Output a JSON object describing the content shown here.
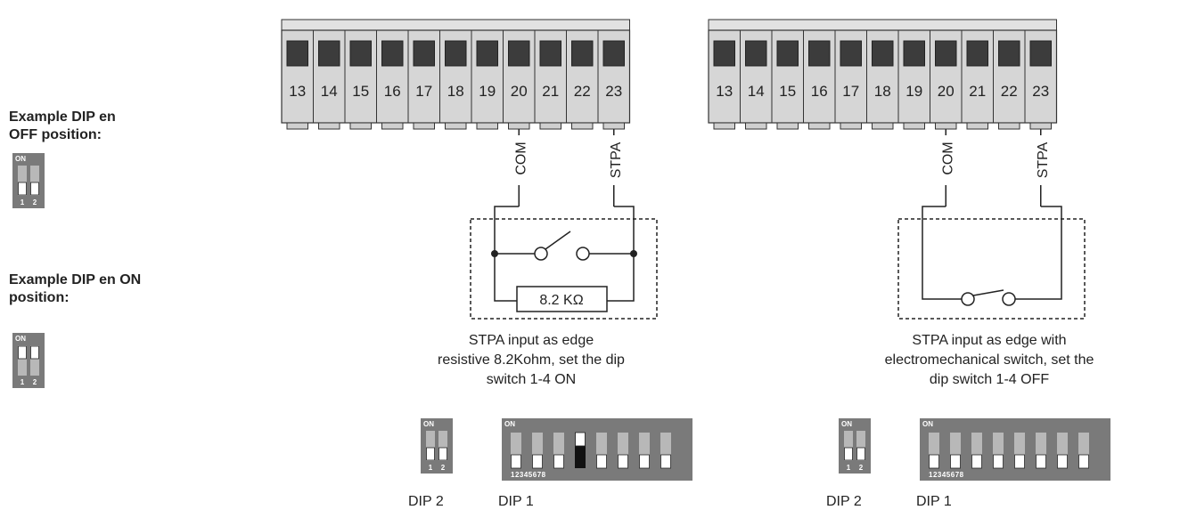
{
  "side": {
    "off_caption_l1": "Example DIP en",
    "off_caption_l2": "OFF position:",
    "on_caption_l1": "Example DIP en ON",
    "on_caption_l2": "position:",
    "off_dip": {
      "on_label": "ON",
      "nums": [
        "1",
        "2"
      ],
      "states": [
        "off",
        "off"
      ]
    },
    "on_dip": {
      "on_label": "ON",
      "nums": [
        "1",
        "2"
      ],
      "states": [
        "on",
        "on"
      ]
    }
  },
  "terminal_numbers": [
    "13",
    "14",
    "15",
    "16",
    "17",
    "18",
    "19",
    "20",
    "21",
    "22",
    "23"
  ],
  "diagrams": [
    {
      "com_label": "COM",
      "stpa_label": "STPA",
      "resistor_label": "8.2 KΩ",
      "caption": [
        "STPA input as edge",
        "resistive 8.2Kohm, set the dip",
        "switch 1-4 ON"
      ],
      "dip2": {
        "on_label": "ON",
        "nums": [
          "1",
          "2"
        ],
        "states": [
          "off",
          "off"
        ],
        "name": "DIP 2"
      },
      "dip1": {
        "on_label": "ON",
        "nums": "12345678",
        "states": [
          "off",
          "off",
          "off",
          "on",
          "off",
          "off",
          "off",
          "off"
        ],
        "name": "DIP 1"
      }
    },
    {
      "com_label": "COM",
      "stpa_label": "STPA",
      "caption": [
        "STPA input as edge with",
        "electromechanical switch, set the",
        "dip switch 1-4 OFF"
      ],
      "dip2": {
        "on_label": "ON",
        "nums": [
          "1",
          "2"
        ],
        "states": [
          "off",
          "off"
        ],
        "name": "DIP 2"
      },
      "dip1": {
        "on_label": "ON",
        "nums": "12345678",
        "states": [
          "off",
          "off",
          "off",
          "off",
          "off",
          "off",
          "off",
          "off"
        ],
        "name": "DIP 1"
      }
    }
  ]
}
